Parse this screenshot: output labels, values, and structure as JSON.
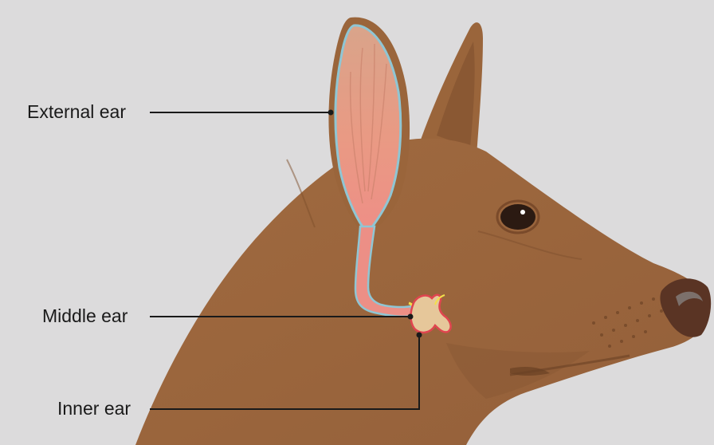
{
  "labels": {
    "external_ear": "External ear",
    "middle_ear": "Middle ear",
    "inner_ear": "Inner ear"
  },
  "colors": {
    "background": "#dcdbdc",
    "fur": "#9a653b",
    "fur_shadow": "#7e4f2c",
    "ear_canal": "#ec8f86",
    "ear_outline": "#8fc6d4",
    "inner_ear": "#e6c79a",
    "inner_ear_outline": "#e0454f",
    "eardrum": "#f2e04a",
    "nose": "#5a3424",
    "eye": "#2b1a12",
    "leader_line": "#1a1a1a"
  }
}
